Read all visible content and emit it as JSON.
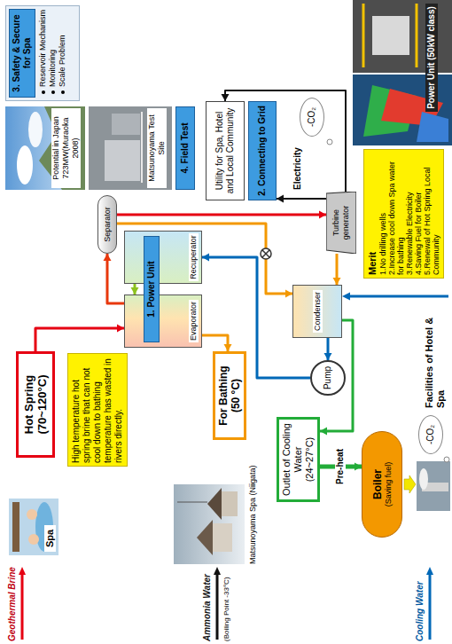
{
  "diagram": {
    "nodes": [
      {
        "text": [
          "3. Safety & Secure for Spa",
          "Reservoir Mechanism",
          "Monitoring",
          "Scale Problem"
        ]
      },
      {
        "text": [
          "4. Field Test"
        ]
      },
      {
        "text": [
          "Utility for Spa, Hotel and Local Community"
        ]
      },
      {
        "text": [
          "2. Connecting to Grid"
        ]
      },
      {
        "text": [
          "Hot Spring (70~120°C)"
        ]
      },
      {
        "text": [
          "High temperature hot spring brine that can not cool down to bathing temperature has wasted in rivers directly."
        ]
      },
      {
        "text": [
          "Evaporator"
        ]
      },
      {
        "text": [
          "Recuperator"
        ]
      },
      {
        "text": [
          "1. Power Unit"
        ]
      },
      {
        "text": [
          "Separator"
        ]
      },
      {
        "text": [
          "Turbine generator"
        ]
      },
      {
        "text": [
          "Merit",
          "1.No drilling wells",
          "2.Increase cool down Spa water for bathing",
          "3.Renewable Electricity",
          "4.Saving Fuel for Boiler",
          "5.Renewal of Hot Spring Local Community"
        ]
      },
      {
        "text": [
          "For Bathing (50 °C)"
        ]
      },
      {
        "text": [
          "Pump"
        ]
      },
      {
        "text": [
          "Condenser"
        ]
      },
      {
        "text": [
          "Outlet of Cooling Water (24~27°C)"
        ]
      },
      {
        "text": [
          "Boiler",
          "(Saving fuel)"
        ]
      },
      {
        "text": [
          "-CO₂"
        ]
      },
      {
        "text": [
          "-CO₂"
        ]
      }
    ],
    "edges": [
      {
        "from": 4,
        "to": 6,
        "arrow": "to"
      },
      {
        "from": 6,
        "to": 12,
        "arrow": "to"
      },
      {
        "from": 7,
        "to": 6,
        "arrow": "to"
      },
      {
        "from": 6,
        "to": 9,
        "arrow": "to"
      },
      {
        "from": 9,
        "to": 10,
        "arrow": "to"
      },
      {
        "from": 9,
        "to": 14,
        "arrow": "to"
      },
      {
        "from": 10,
        "to": 14,
        "arrow": "to"
      },
      {
        "from": 14,
        "to": 13,
        "arrow": "to"
      },
      {
        "from": 13,
        "to": 7,
        "arrow": "to"
      },
      {
        "from": 10,
        "to": 3,
        "arrow": "to"
      },
      {
        "from": 10,
        "to": 2,
        "arrow": "to"
      },
      {
        "from": 14,
        "to": 15,
        "arrow": "to"
      },
      {
        "from": 15,
        "to": 16,
        "label": "Pre-heat",
        "arrow": "to"
      }
    ],
    "labels": [
      "Power Unit (50kW class)",
      "Potential in Japan 723MW(Muraoka 2008)",
      "Matsunoyama Test Site",
      "Electricity",
      "Facilities of Hotel & Spa",
      "Matsunoyama Spa (Niigata)",
      "Spa",
      "(Boiling Point -33°C)"
    ],
    "legend": [
      {
        "text": "Geothermal Brine"
      },
      {
        "text": "Ammonia Water"
      },
      {
        "text": "Cooling Water"
      }
    ]
  }
}
